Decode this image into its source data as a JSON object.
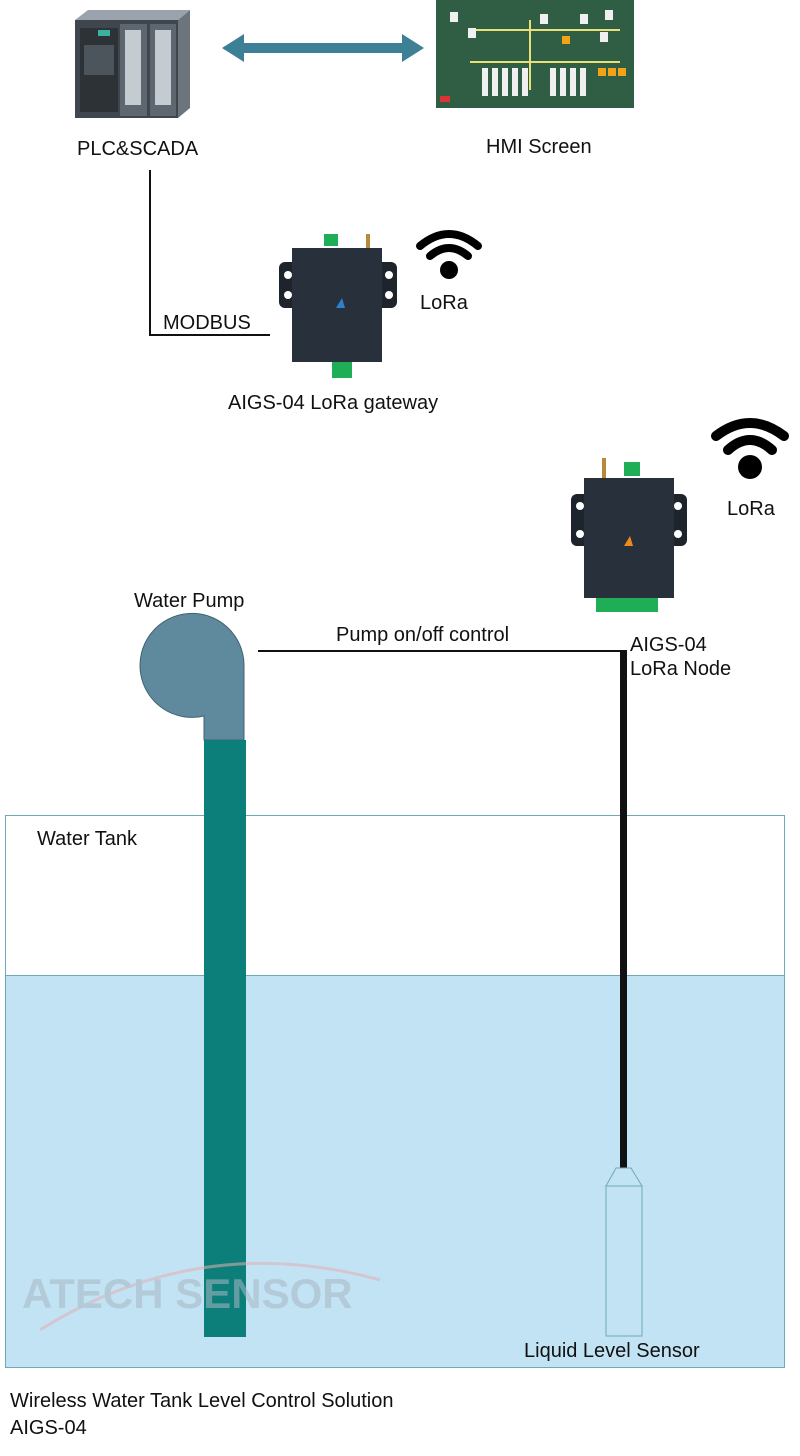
{
  "labels": {
    "plc": "PLC&SCADA",
    "hmi": "HMI Screen",
    "modbus": "MODBUS",
    "lora_gateway_wifi": "LoRa",
    "gateway": "AIGS-04 LoRa gateway",
    "lora_node_wifi": "LoRa",
    "water_pump": "Water Pump",
    "pump_control": "Pump on/off control",
    "node_line1": "AIGS-04",
    "node_line2": "LoRa Node",
    "water_tank": "Water Tank",
    "sensor": "Liquid Level Sensor"
  },
  "caption": {
    "line1": "Wireless Water Tank Level Control Solution",
    "line2": "AIGS-04"
  },
  "watermark": "ATECH SENSOR",
  "colors": {
    "water": "#c2e3f4",
    "pipe": "#0d7f7a",
    "pump": "#5f8a9e",
    "link_arrow": "#3d7f94",
    "hmi_bg": "#2f5e45",
    "device": "#27303b"
  },
  "icons": {
    "wifi": "wifi-icon",
    "plc": "plc-device",
    "hmi": "hmi-screen",
    "gateway": "lora-gateway-device",
    "node": "lora-node-device",
    "sensor": "level-sensor-probe"
  }
}
